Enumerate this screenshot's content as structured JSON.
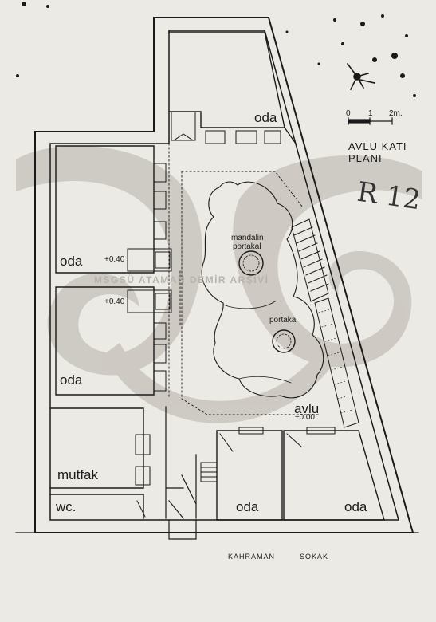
{
  "title_line1": "AVLU KATI",
  "title_line2": "PLANI",
  "handwritten_ref": "R 12",
  "scale": {
    "t0": "0",
    "t1": "1",
    "t2": "2m."
  },
  "watermark_text": "MSGSÜ ATAMAN DEMİR ARŞİVİ",
  "rooms": {
    "oda_top": "oda",
    "oda_left_upper": "oda",
    "oda_left_lower": "oda",
    "mutfak": "mutfak",
    "wc": "wc.",
    "oda_bottom_mid": "oda",
    "oda_bottom_right": "oda"
  },
  "levels": {
    "upper": "+0.40",
    "lower": "+0.40",
    "avlu": "±0.00"
  },
  "courtyard_label": "avlu",
  "trees": {
    "mandalin_line1": "mandalin",
    "mandalin_line2": "portakal",
    "portakal": "portakal"
  },
  "street_name_1": "KAHRAMAN",
  "street_name_2": "SOKAK",
  "colors": {
    "paper": "#eceae4",
    "ink": "#1a1a1a",
    "watermark": "#c4c0b9"
  }
}
